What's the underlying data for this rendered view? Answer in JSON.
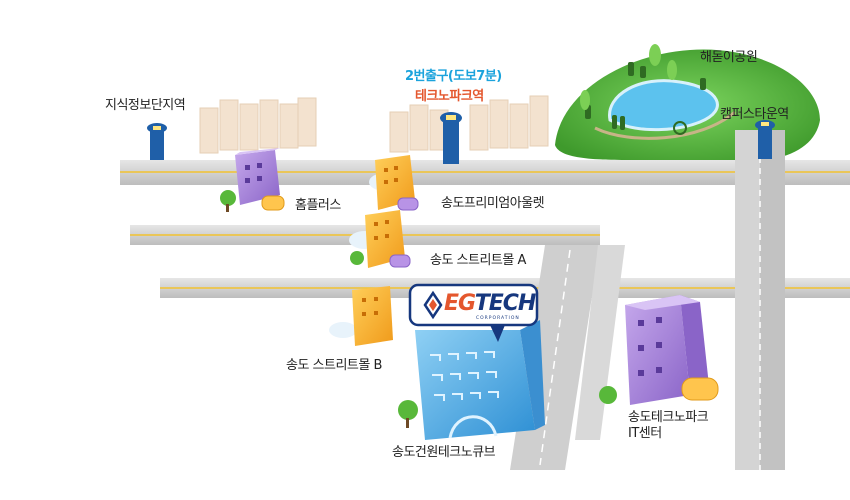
{
  "landmarks": {
    "knowledge_zone": "지식정보단지역",
    "exit_line": "2번출구(도보7분)",
    "station": "테크노파크역",
    "park": "해돋이공원",
    "campus_station": "캠퍼스타운역",
    "homeplus": "홈플러스",
    "premium_outlet": "송도프리미엄아울렛",
    "street_mall_a": "송도 스트리트몰 A",
    "street_mall_b": "송도 스트리트몰 B",
    "kunwon": "송도건원테크노큐브",
    "technopark_line1": "송도테크노파크",
    "technopark_line2": "IT센터"
  },
  "logo": {
    "brand_eg": "EG",
    "brand_tech": "TECH",
    "tagline": "CORPORATION"
  },
  "colors": {
    "road": "#cbcbcb",
    "road_line": "#f2c230",
    "park_green": "#4da936",
    "water": "#5cc2ee",
    "orange_building": "#f5a623",
    "purple_building": "#a98ad9",
    "blue_building": "#6bb8e8",
    "highlight_blue": "#1ba3dc",
    "highlight_orange": "#e4572e",
    "brand_navy": "#16377e"
  }
}
